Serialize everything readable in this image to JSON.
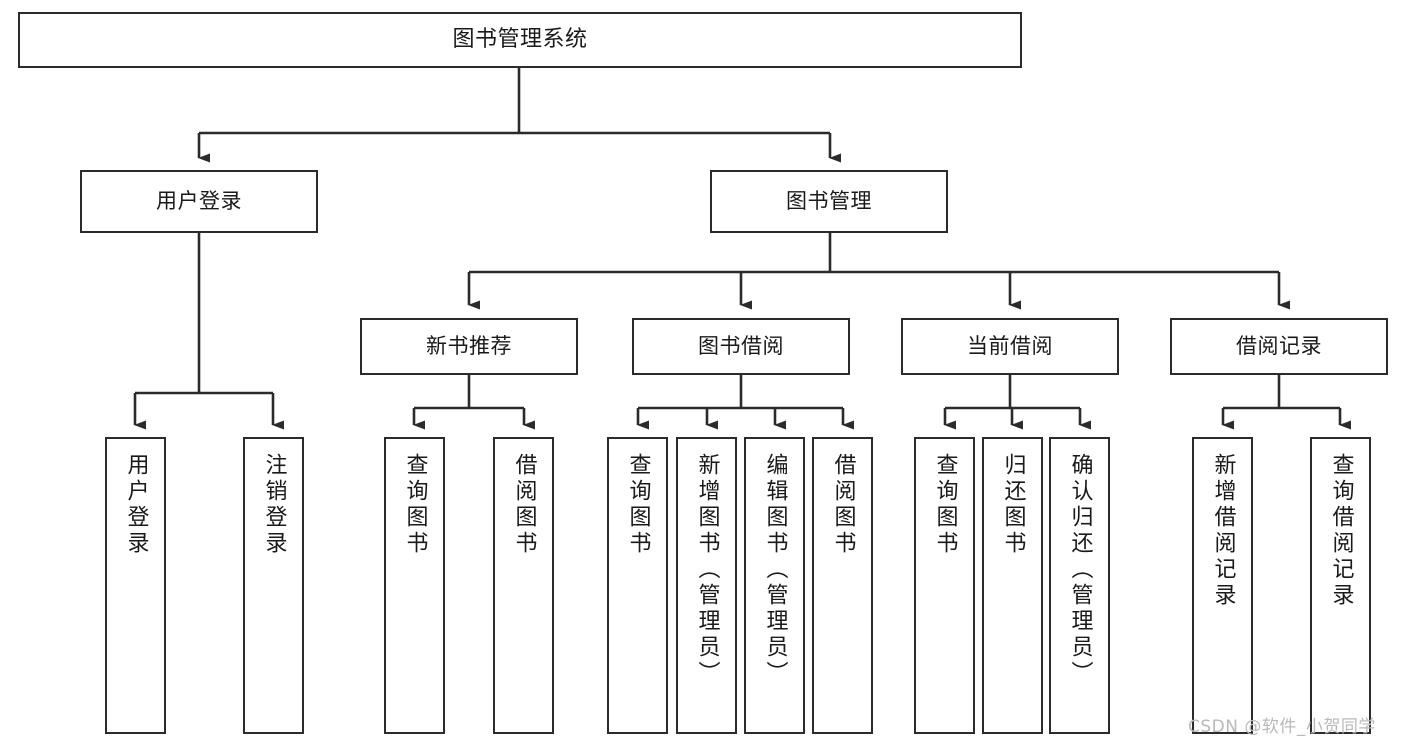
{
  "diagram": {
    "title": "图书管理系统",
    "type": "tree-hierarchy-chart",
    "orientation": "top-down",
    "colors": {
      "box_border": "#2b2b2b",
      "box_fill": "#ffffff",
      "connector": "#2b2b2b",
      "text": "#1a1a1a",
      "watermark": "#b9b9b9"
    }
  },
  "nodes": {
    "root": {
      "label": "图书管理系统"
    },
    "level2": [
      {
        "id": "user-login",
        "label": "用户登录"
      },
      {
        "id": "book-management",
        "label": "图书管理"
      }
    ],
    "level3": [
      {
        "id": "new-book-recommend",
        "label": "新书推荐"
      },
      {
        "id": "book-borrow",
        "label": "图书借阅"
      },
      {
        "id": "current-borrow",
        "label": "当前借阅"
      },
      {
        "id": "borrow-record",
        "label": "借阅记录"
      }
    ],
    "leaves": {
      "user_login": [
        {
          "id": "leaf-user-login",
          "label": "用户登录"
        },
        {
          "id": "leaf-logout-login",
          "label": "注销登录"
        }
      ],
      "new_book_recommend": [
        {
          "id": "leaf-query-book-1",
          "label": "查询图书"
        },
        {
          "id": "leaf-borrow-book-1",
          "label": "借阅图书"
        }
      ],
      "book_borrow": [
        {
          "id": "leaf-query-book-2",
          "label": "查询图书"
        },
        {
          "id": "leaf-add-book",
          "label": "新增图书（管理员）"
        },
        {
          "id": "leaf-edit-book",
          "label": "编辑图书（管理员）"
        },
        {
          "id": "leaf-borrow-book-2",
          "label": "借阅图书"
        }
      ],
      "current_borrow": [
        {
          "id": "leaf-query-book-3",
          "label": "查询图书"
        },
        {
          "id": "leaf-return-book",
          "label": "归还图书"
        },
        {
          "id": "leaf-confirm-return",
          "label": "确认归还（管理员）"
        }
      ],
      "borrow_record": [
        {
          "id": "leaf-add-borrow-record",
          "label": "新增借阅记录"
        },
        {
          "id": "leaf-query-borrow-record",
          "label": "查询借阅记录"
        }
      ]
    }
  },
  "watermark": {
    "text": "CSDN @软件_小贺同学"
  }
}
